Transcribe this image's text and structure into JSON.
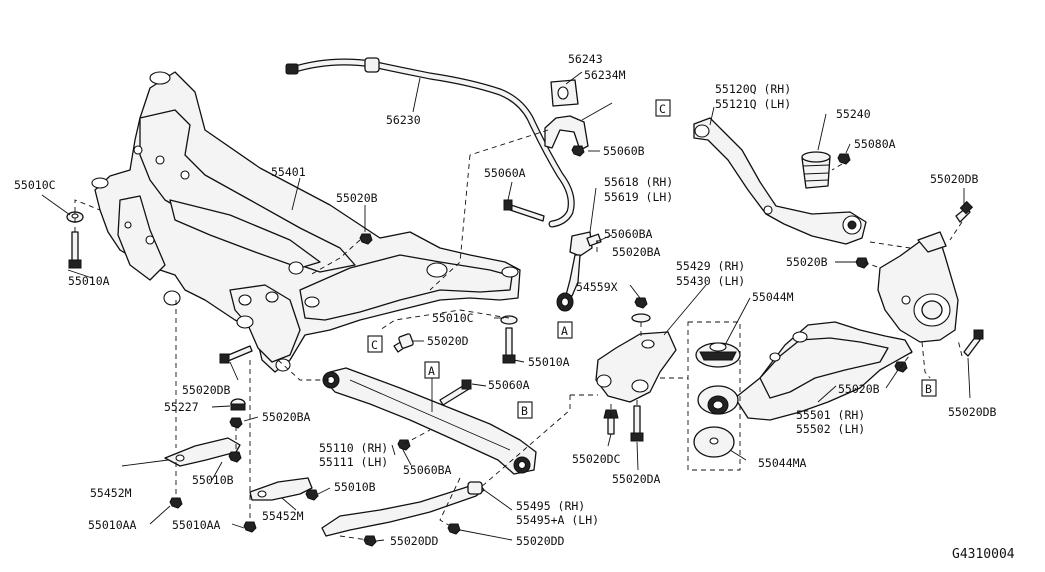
{
  "diagram_code": "G4310004",
  "ref_letters": {
    "a": "A",
    "b": "B",
    "c": "C"
  },
  "labels": {
    "p55010C_top": "55010C",
    "p55010A_left": "55010A",
    "p55401": "55401",
    "p55020B_top": "55020B",
    "p56230": "56230",
    "p56243": "56243",
    "p56234M": "56234M",
    "p55060B": "55060B",
    "p55060A_top": "55060A",
    "p55618": "55618 (RH)",
    "p55619": "55619 (LH)",
    "p55060BA_top": "55060BA",
    "p55020BA_top": "55020BA",
    "p55120Q": "55120Q (RH)",
    "p55121Q": "55121Q (LH)",
    "p55240": "55240",
    "p55080A": "55080A",
    "p55020DB_top": "55020DB",
    "p55429": "55429 (RH)",
    "p55430": "55430 (LH)",
    "p55020B_right": "55020B",
    "p54559X": "54559X",
    "p55044M": "55044M",
    "p55010C_mid": "55010C",
    "p55020D": "55020D",
    "p55010A_mid": "55010A",
    "p55020DB_left": "55020DB",
    "p55227": "55227",
    "p55020BA_left": "55020BA",
    "p55060A_mid": "55060A",
    "p55110": "55110 (RH)",
    "p55111": "55111 (LH)",
    "p55060BA_mid": "55060BA",
    "p55020DC": "55020DC",
    "p55020DA": "55020DA",
    "p55044MA": "55044MA",
    "p55501": "55501 (RH)",
    "p55502": "55502 (LH)",
    "p55020B_lower": "55020B",
    "p55020DB_right": "55020DB",
    "p55452M_left": "55452M",
    "p55010B_left": "55010B",
    "p55010B_mid": "55010B",
    "p55452M_mid": "55452M",
    "p55495": "55495 (RH)",
    "p55495A": "55495+A (LH)",
    "p55010AA_left": "55010AA",
    "p55010AA_mid": "55010AA",
    "p55020DD_left": "55020DD",
    "p55020DD_right": "55020DD"
  }
}
